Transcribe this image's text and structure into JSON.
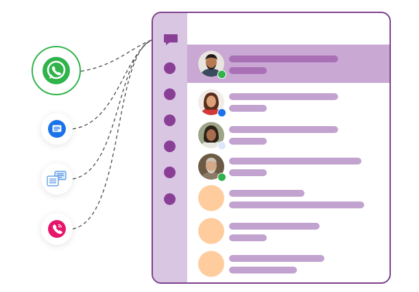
{
  "channels": [
    {
      "name": "whatsapp",
      "icon": "whatsapp-icon",
      "color": "#2fb34a"
    },
    {
      "name": "sms",
      "icon": "message-bubble-icon",
      "color": "#1a73e8"
    },
    {
      "name": "chat",
      "icon": "chat-bubbles-icon",
      "color": "#4a8fe0"
    },
    {
      "name": "call",
      "icon": "phone-icon",
      "color": "#e6166b"
    }
  ],
  "sidebar": {
    "app_icon": "chat-icon",
    "nav_items": 6,
    "color": "#8a3f96"
  },
  "conversations": [
    {
      "avatar": "photo-man",
      "channel_badge": "whatsapp",
      "selected": true
    },
    {
      "avatar": "photo-woman",
      "channel_badge": "sms",
      "selected": false
    },
    {
      "avatar": "photo-woman-2",
      "channel_badge": "chat",
      "selected": false
    },
    {
      "avatar": "photo-older-man",
      "channel_badge": "online",
      "selected": false
    },
    {
      "avatar": "placeholder",
      "selected": false
    },
    {
      "avatar": "placeholder",
      "selected": false
    },
    {
      "avatar": "placeholder",
      "selected": false
    }
  ],
  "colors": {
    "frame": "#7b3f8c",
    "rail": "#d9c6e2",
    "selected_row": "#c9a9d4",
    "bar": "#c2a2cf",
    "placeholder_avatar": "#ffcc9e"
  }
}
